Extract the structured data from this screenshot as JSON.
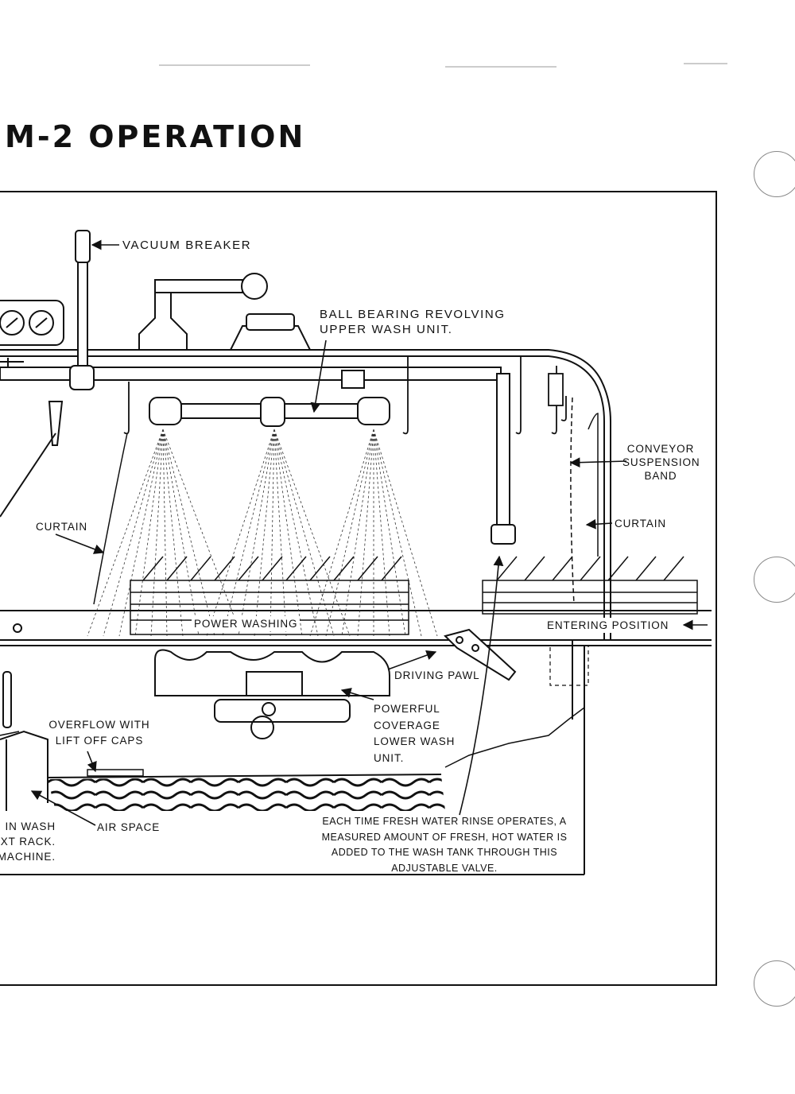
{
  "page": {
    "title": "M-2 OPERATION"
  },
  "labels": {
    "vacuum_breaker": "VACUUM BREAKER",
    "ball_bearing": [
      "BALL BEARING REVOLVING",
      "UPPER WASH UNIT."
    ],
    "conveyor": [
      "CONVEYOR",
      "SUSPENSION",
      "BAND"
    ],
    "curtain_left": "CURTAIN",
    "curtain_right": "CURTAIN",
    "power_washing": "POWER WASHING",
    "entering_position": "ENTERING POSITION",
    "driving_pawl": "DRIVING PAWL",
    "powerful": [
      "POWERFUL",
      "COVERAGE",
      "LOWER WASH",
      "UNIT."
    ],
    "overflow": [
      "OVERFLOW WITH",
      "LIFT OFF CAPS"
    ],
    "air_space": "AIR SPACE",
    "left_note": [
      "IN WASH",
      "XT RACK.",
      "MACHINE."
    ],
    "fresh_water": [
      "EACH TIME FRESH WATER RINSE OPERATES, A",
      "MEASURED AMOUNT OF FRESH, HOT WATER IS",
      "ADDED TO THE WASH TANK THROUGH THIS",
      "ADJUSTABLE VALVE."
    ]
  },
  "icons": {
    "arrow": "arrow-icon",
    "gauge": "gauge-icon",
    "spray_nozzle": "spray-nozzle-icon"
  }
}
